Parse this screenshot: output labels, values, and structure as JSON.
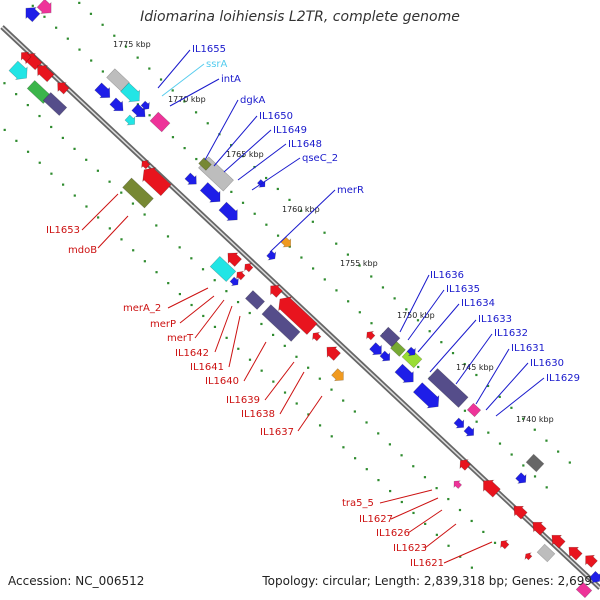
{
  "title": "Idiomarina loihiensis L2TR, complete genome",
  "footer": {
    "accession": "Accession: NC_006512",
    "summary": "Topology: circular; Length: 2,839,318 bp; Genes: 2,699"
  },
  "colors": {
    "forward_label": "#1a1acc",
    "reverse_label": "#cc1111",
    "rna_label": "#55ccee",
    "backbone": "#555555",
    "ticks": "#2e8b2e"
  },
  "scale_labels": [
    "1775 kbp",
    "1770 kbp",
    "1765 kbp",
    "1760 kbp",
    "1755 kbp",
    "1750 kbp",
    "1745 kbp",
    "1740 kbp"
  ],
  "forward_gene_labels": [
    "IL1655",
    "ssrA",
    "intA",
    "dgkA",
    "IL1650",
    "IL1649",
    "IL1648",
    "qseC_2",
    "merR",
    "IL1636",
    "IL1635",
    "IL1634",
    "IL1633",
    "IL1632",
    "IL1631",
    "IL1630",
    "IL1629"
  ],
  "reverse_gene_labels": [
    "IL1653",
    "mdoB",
    "merA_2",
    "merP",
    "merT",
    "IL1642",
    "IL1641",
    "IL1640",
    "IL1639",
    "IL1638",
    "IL1637",
    "tra5_5",
    "IL1627",
    "IL1626",
    "IL1623",
    "IL1621"
  ]
}
